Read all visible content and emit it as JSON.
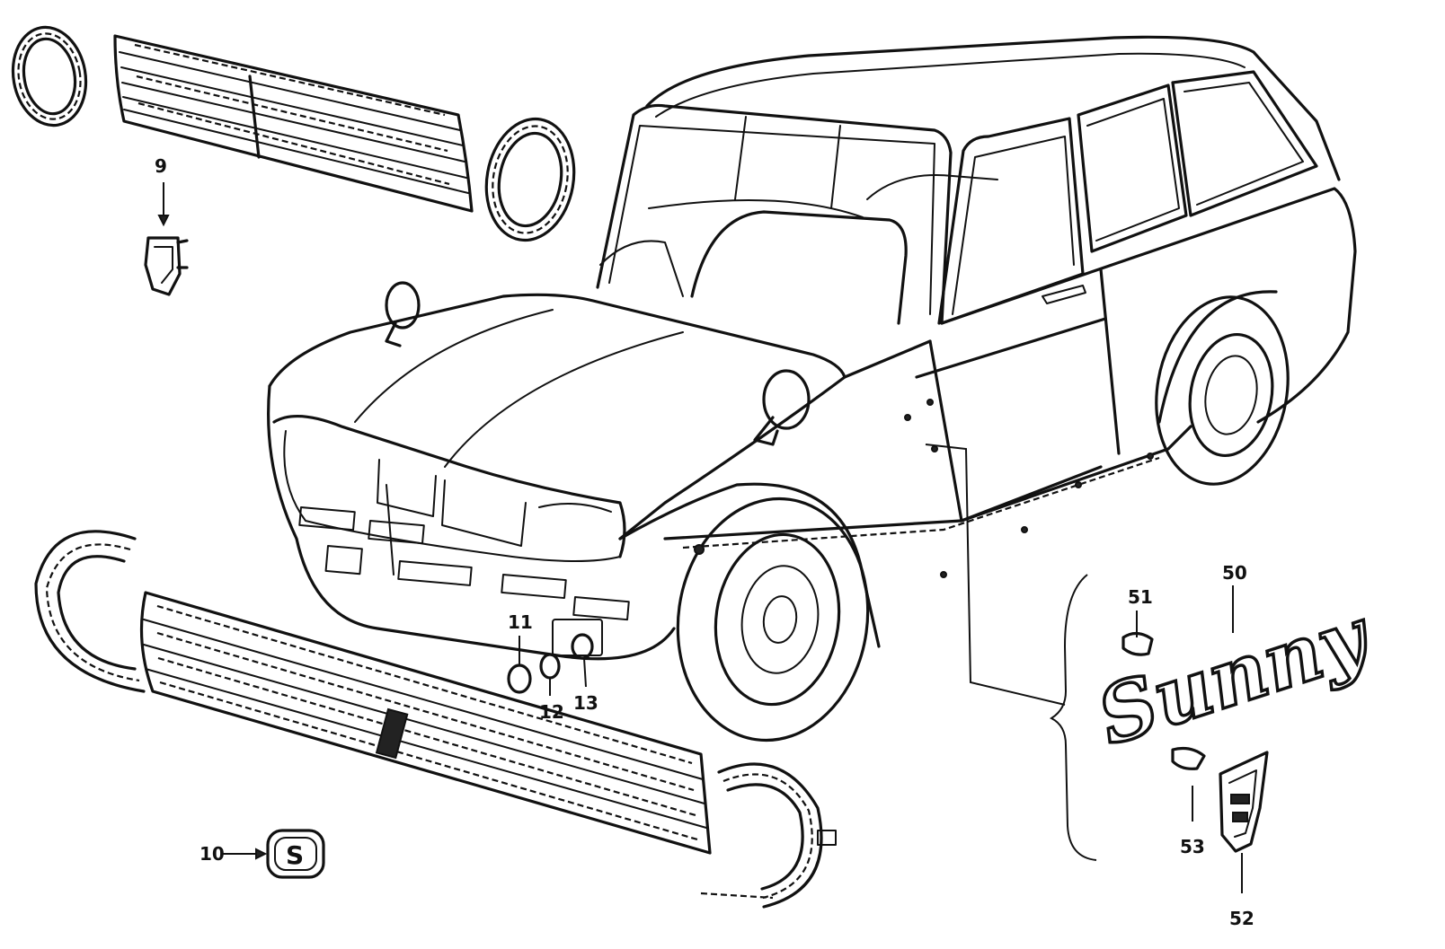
{
  "callouts": {
    "c9": "9",
    "c10": "10",
    "c11": "11",
    "c12": "12",
    "c13": "13",
    "c50": "50",
    "c51": "51",
    "c52": "52",
    "c53": "53"
  },
  "badge": {
    "script": "Sunny",
    "emblem_letter": "S"
  }
}
